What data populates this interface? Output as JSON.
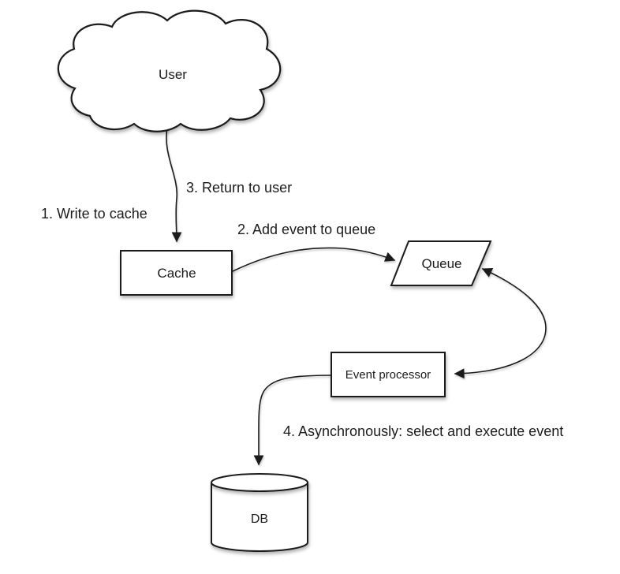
{
  "diagram": {
    "background_color": "#ffffff",
    "stroke_color": "#1b1b1b",
    "shape_fill_color": "#ffffff",
    "text_color": "#1c1c1c",
    "nodes": {
      "user": {
        "label": "User",
        "shape": "cloud"
      },
      "cache": {
        "label": "Cache",
        "shape": "rectangle"
      },
      "queue": {
        "label": "Queue",
        "shape": "parallelogram"
      },
      "event_processor": {
        "label": "Event processor",
        "shape": "rectangle"
      },
      "db": {
        "label": "DB",
        "shape": "cylinder"
      }
    },
    "edge_labels": {
      "step1": "1. Write to cache",
      "step2": "2. Add event to queue",
      "step3": "3. Return to user",
      "step4": "4. Asynchronously: select and execute event"
    },
    "edges": [
      {
        "from": "user",
        "to": "cache",
        "labels": [
          "step1",
          "step3"
        ],
        "arrow": "single"
      },
      {
        "from": "cache",
        "to": "queue",
        "labels": [
          "step2"
        ],
        "arrow": "single"
      },
      {
        "from": "queue",
        "to": "event_processor",
        "labels": [],
        "arrow": "double"
      },
      {
        "from": "event_processor",
        "to": "db",
        "labels": [
          "step4"
        ],
        "arrow": "single"
      }
    ]
  }
}
